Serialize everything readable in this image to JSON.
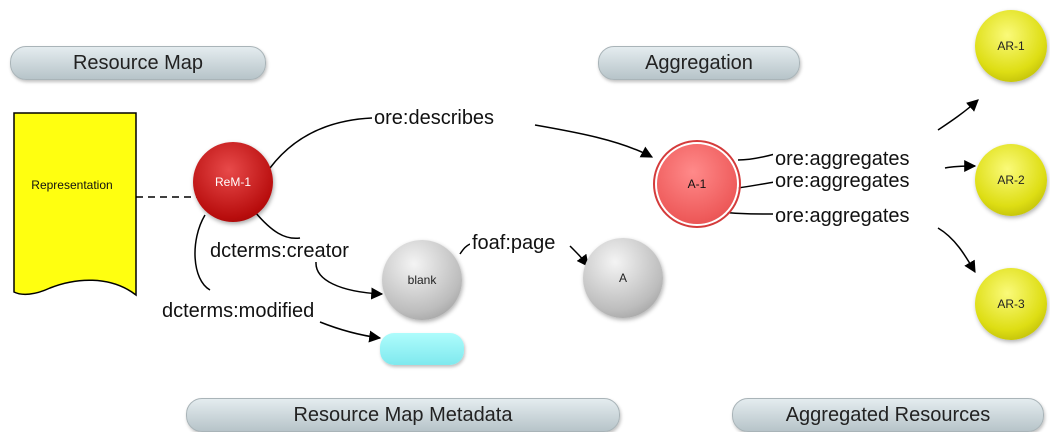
{
  "sections": {
    "resource_map": "Resource Map",
    "aggregation": "Aggregation",
    "resource_map_metadata": "Resource Map Metadata",
    "aggregated_resources": "Aggregated Resources"
  },
  "nodes": {
    "representation": "Representation",
    "rem": "ReM-1",
    "aggregation": "A-1",
    "blank": "blank",
    "a": "A",
    "ar1": "AR-1",
    "ar2": "AR-2",
    "ar3": "AR-3"
  },
  "edges": {
    "describes": "ore:describes",
    "aggregates_1": "ore:aggregates",
    "aggregates_2": "ore:aggregates",
    "aggregates_3": "ore:aggregates",
    "creator": "dcterms:creator",
    "modified": "dcterms:modified",
    "page": "foaf:page"
  },
  "colors": {
    "rem": "#c41717",
    "aggregation": "#f07070",
    "aggregated_resource": "#dede1e",
    "blank_node": "#c0c0c0",
    "literal": "#88eef2",
    "representation": "#ffff00"
  }
}
